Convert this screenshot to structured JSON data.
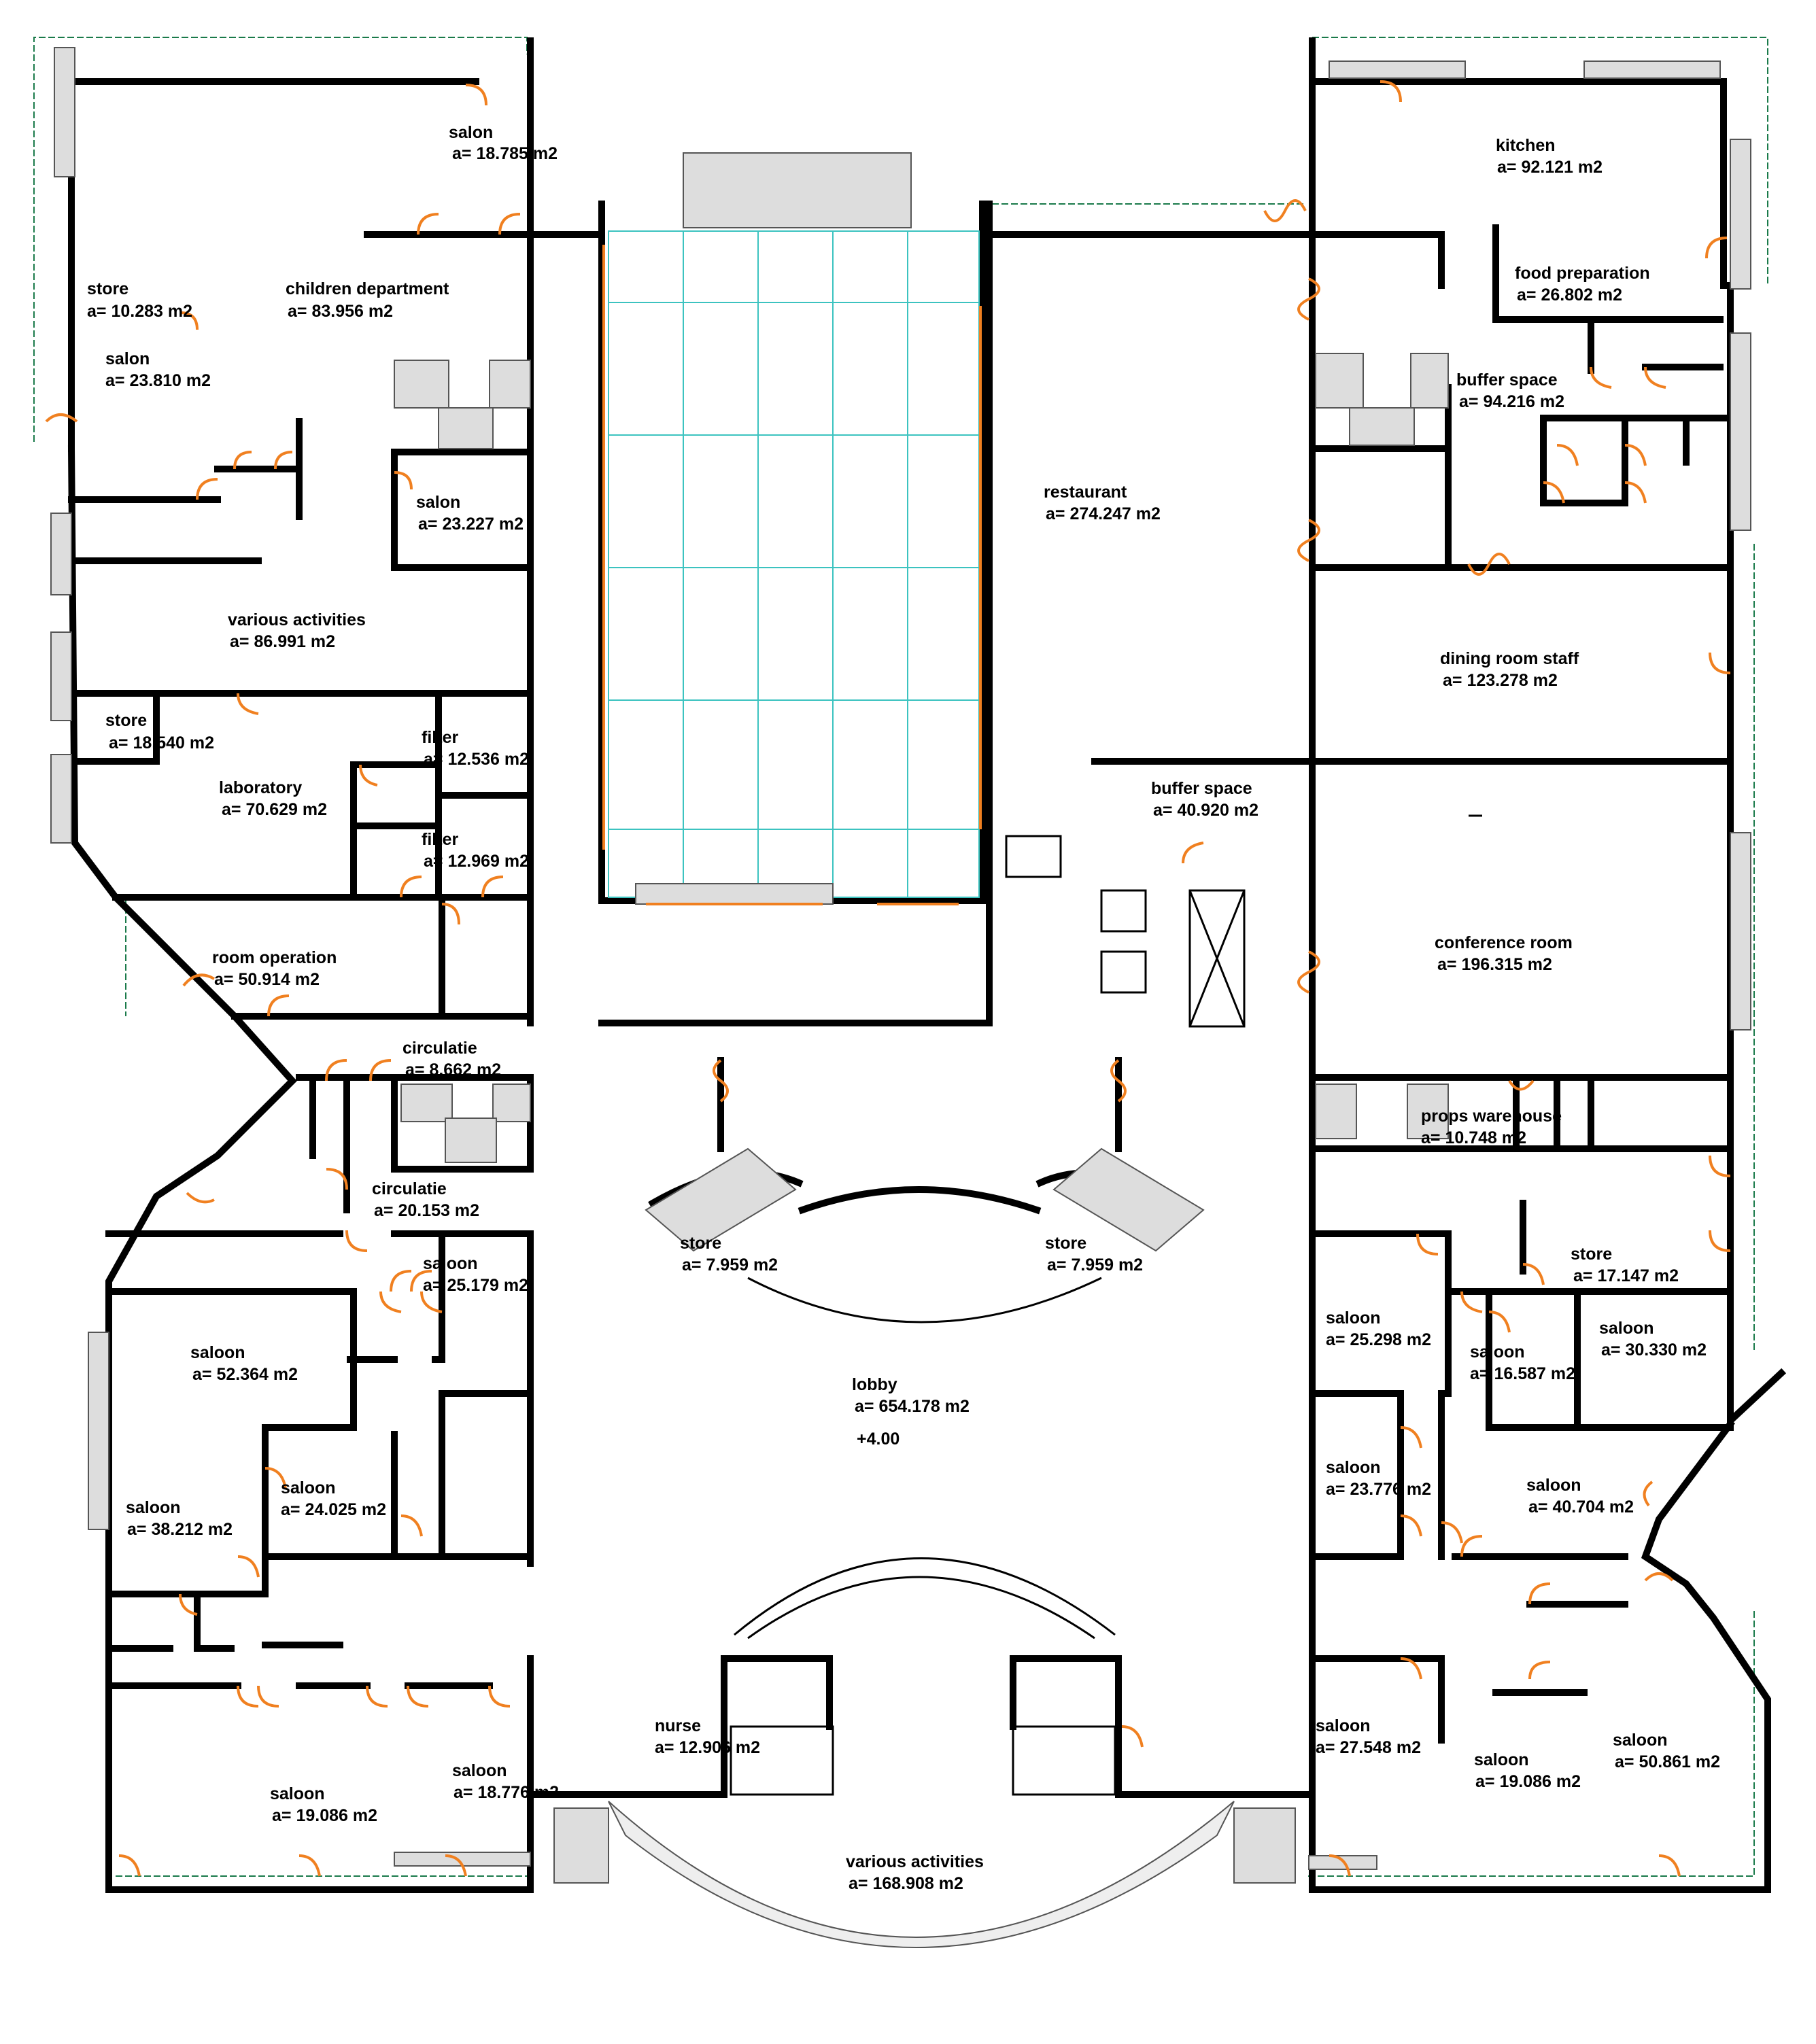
{
  "plan": {
    "level_mark": "+4.00",
    "rooms": [
      {
        "id": "salon-top",
        "name": "salon",
        "area": "a= 18.785 m2"
      },
      {
        "id": "children-department",
        "name": "children department",
        "area": "a= 83.956 m2"
      },
      {
        "id": "store-top-left",
        "name": "store",
        "area": "a= 10.283 m2"
      },
      {
        "id": "salon-left",
        "name": "salon",
        "area": "a= 23.810 m2"
      },
      {
        "id": "salon-stairs",
        "name": "salon",
        "area": "a= 23.227 m2"
      },
      {
        "id": "various-activities-left",
        "name": "various activities",
        "area": "a= 86.991 m2"
      },
      {
        "id": "store-left",
        "name": "store",
        "area": "a= 18.540 m2"
      },
      {
        "id": "laboratory",
        "name": "laboratory",
        "area": "a= 70.629 m2"
      },
      {
        "id": "filter-1",
        "name": "filter",
        "area": "a= 12.536 m2"
      },
      {
        "id": "filter-2",
        "name": "filter",
        "area": "a= 12.969 m2"
      },
      {
        "id": "room-operation",
        "name": "room operation",
        "area": "a= 50.914 m2"
      },
      {
        "id": "circulatie-1",
        "name": "circulatie",
        "area": "a= 8.662 m2"
      },
      {
        "id": "circulatie-2",
        "name": "circulatie",
        "area": "a= 20.153 m2"
      },
      {
        "id": "saloon-25179",
        "name": "saloon",
        "area": "a= 25.179 m2"
      },
      {
        "id": "saloon-52364",
        "name": "saloon",
        "area": "a= 52.364 m2"
      },
      {
        "id": "saloon-24025",
        "name": "saloon",
        "area": "a= 24.025 m2"
      },
      {
        "id": "saloon-38212",
        "name": "saloon",
        "area": "a= 38.212 m2"
      },
      {
        "id": "saloon-18776",
        "name": "saloon",
        "area": "a= 18.776 m2"
      },
      {
        "id": "saloon-19086-left",
        "name": "saloon",
        "area": "a= 19.086 m2"
      },
      {
        "id": "nurse",
        "name": "nurse",
        "area": "a= 12.906 m2"
      },
      {
        "id": "various-activities-bottom",
        "name": "various activities",
        "area": "a= 168.908 m2"
      },
      {
        "id": "lobby",
        "name": "lobby",
        "area": "a= 654.178 m2"
      },
      {
        "id": "store-center-left",
        "name": "store",
        "area": "a= 7.959 m2"
      },
      {
        "id": "store-center-right",
        "name": "store",
        "area": "a= 7.959 m2"
      },
      {
        "id": "kitchen",
        "name": "kitchen",
        "area": "a= 92.121 m2"
      },
      {
        "id": "food-preparation",
        "name": "food preparation",
        "area": "a= 26.802 m2"
      },
      {
        "id": "buffer-space-top",
        "name": "buffer space",
        "area": "a= 94.216 m2"
      },
      {
        "id": "restaurant",
        "name": "restaurant",
        "area": "a= 274.247 m2"
      },
      {
        "id": "dining-room-staff",
        "name": "dining room staff",
        "area": "a= 123.278 m2"
      },
      {
        "id": "buffer-space-mid",
        "name": "buffer space",
        "area": "a= 40.920 m2"
      },
      {
        "id": "conference-room",
        "name": "conference room",
        "area": "a= 196.315 m2"
      },
      {
        "id": "props-warehouse",
        "name": "props warehouse",
        "area": "a= 10.748 m2"
      },
      {
        "id": "store-right",
        "name": "store",
        "area": "a= 17.147 m2"
      },
      {
        "id": "saloon-25298",
        "name": "saloon",
        "area": "a= 25.298 m2"
      },
      {
        "id": "saloon-16587",
        "name": "saloon",
        "area": "a= 16.587 m2"
      },
      {
        "id": "saloon-30330",
        "name": "saloon",
        "area": "a= 30.330 m2"
      },
      {
        "id": "saloon-23776",
        "name": "saloon",
        "area": "a= 23.776 m2"
      },
      {
        "id": "saloon-40704",
        "name": "saloon",
        "area": "a= 40.704 m2"
      },
      {
        "id": "saloon-27548",
        "name": "saloon",
        "area": "a= 27.548 m2"
      },
      {
        "id": "saloon-19086-right",
        "name": "saloon",
        "area": "a= 19.086 m2"
      },
      {
        "id": "saloon-50861",
        "name": "saloon",
        "area": "a= 50.861 m2"
      }
    ],
    "colors": {
      "wall": "#000000",
      "door": "#f08020",
      "glass_grid": "#3cc3c0",
      "boundary": "#1a7a4a",
      "stair": "#555555"
    }
  }
}
